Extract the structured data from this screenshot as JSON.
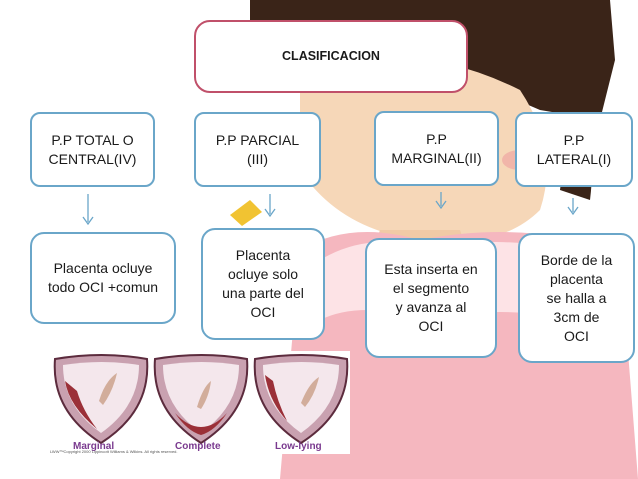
{
  "diagram": {
    "title": "CLASIFICACION",
    "categories": [
      {
        "label": "P.P TOTAL O\nCENTRAL(IV)"
      },
      {
        "label": "P.P PARCIAL\n(III)"
      },
      {
        "label": "P.P\nMARGINAL(II)"
      },
      {
        "label": "P.P\nLATERAL(I)"
      }
    ],
    "descriptions": [
      {
        "text": "Placenta ocluye\ntodo OCI +comun"
      },
      {
        "text": "Placenta\nocluye solo\nuna parte del\nOCI"
      },
      {
        "text": "Esta inserta en\nel segmento\ny avanza al\nOCI"
      },
      {
        "text": "Borde de la\nplacenta\nse halla a\n3cm de\nOCI"
      }
    ]
  },
  "figure": {
    "captions": [
      "Marginal",
      "Complete",
      "Low-lying"
    ],
    "copyright": "LWW™Copyright 2000 Lippincott Williams & Wilkins. All rights reserved."
  },
  "colors": {
    "title_border": "#c0506a",
    "box_border": "#6aa6c9",
    "arrow": "#6aa6c9",
    "caption": "#7a3a8f"
  }
}
